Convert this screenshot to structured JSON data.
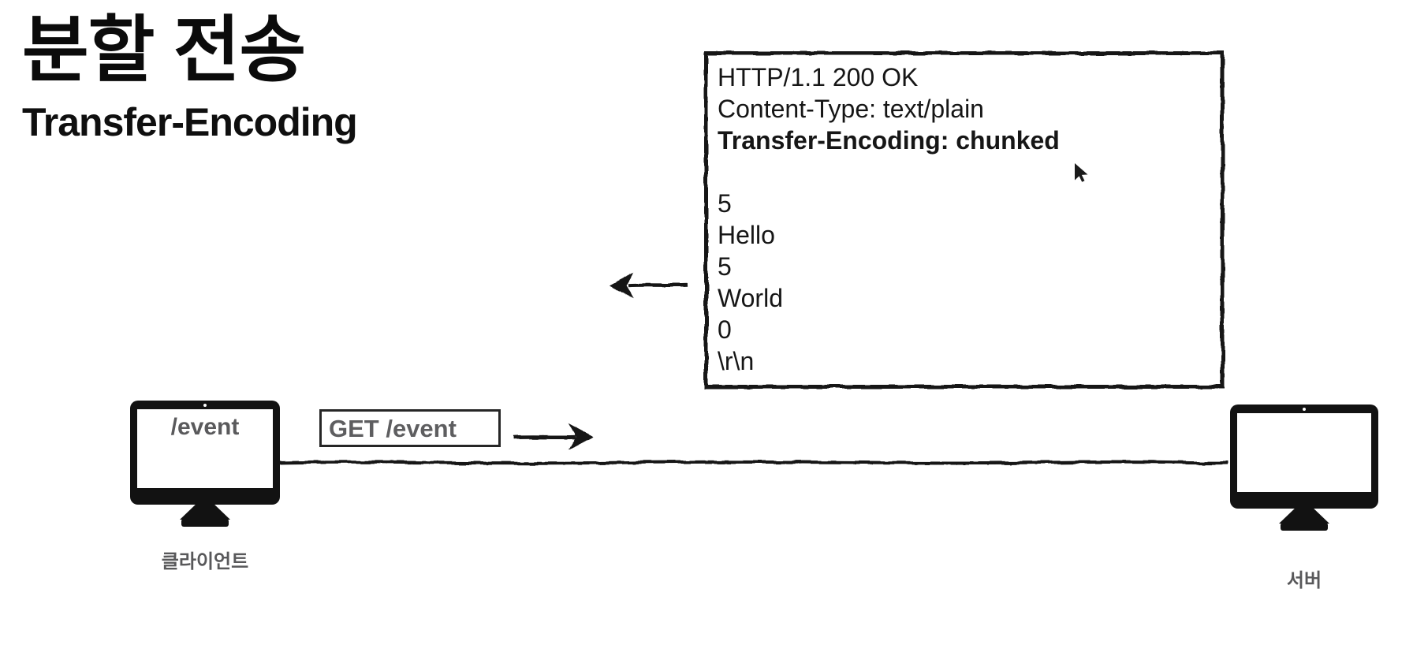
{
  "title": {
    "main": "분할 전송",
    "subtitle": "Transfer-Encoding"
  },
  "response_box": {
    "lines": [
      {
        "text": "HTTP/1.1 200 OK",
        "bold": false
      },
      {
        "text": "Content-Type: text/plain",
        "bold": false
      },
      {
        "text": "Transfer-Encoding: chunked",
        "bold": true
      },
      {
        "text": ""
      },
      {
        "text": "5",
        "bold": false
      },
      {
        "text": "Hello",
        "bold": false
      },
      {
        "text": "5",
        "bold": false
      },
      {
        "text": "World",
        "bold": false
      },
      {
        "text": "0",
        "bold": false
      },
      {
        "text": "\\r\\n",
        "bold": false
      }
    ]
  },
  "request_box": {
    "label": "GET /event"
  },
  "client": {
    "screen_label": "/event",
    "caption": "클라이언트"
  },
  "server": {
    "caption": "서버"
  },
  "icons": {
    "client_monitor": "desktop-computer",
    "server_monitor": "desktop-computer",
    "cursor": "mouse-pointer",
    "left_arrow": "arrow-left",
    "right_arrow": "arrow-right"
  },
  "colors": {
    "ink": "#141414",
    "gray_text": "#5a5a5c",
    "background": "#ffffff"
  }
}
